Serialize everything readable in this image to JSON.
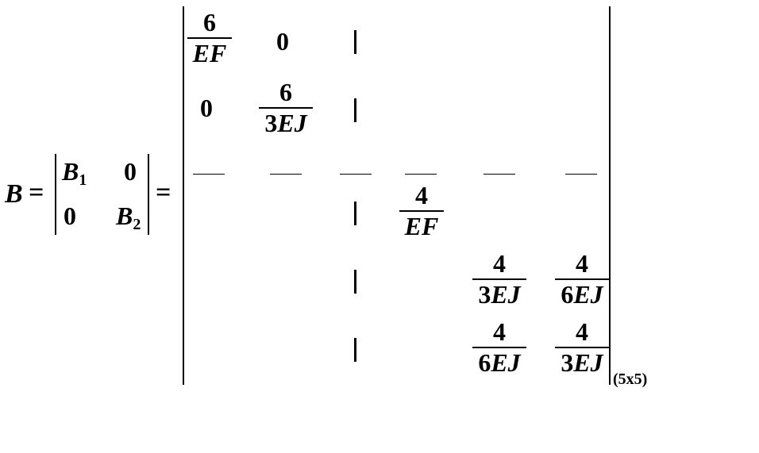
{
  "lhs": {
    "symbol": "B",
    "equals": "="
  },
  "block_matrix": {
    "r1c1": {
      "base": "B",
      "sub": "1"
    },
    "r1c2": "0",
    "r2c1": "0",
    "r2c2": {
      "base": "B",
      "sub": "2"
    },
    "equals": "="
  },
  "big_matrix": {
    "m11": {
      "num": "6",
      "den": "EF"
    },
    "m12": "0",
    "m21": "0",
    "m22": {
      "num": "6",
      "den_coef": "3",
      "den": "EJ"
    },
    "m33": {
      "num": "4",
      "den": "EF"
    },
    "m44": {
      "num": "4",
      "den_coef": "3",
      "den": "EJ"
    },
    "m45": {
      "num": "4",
      "den_coef": "6",
      "den": "EJ"
    },
    "m54": {
      "num": "4",
      "den_coef": "6",
      "den": "EJ"
    },
    "m55": {
      "num": "4",
      "den_coef": "3",
      "den": "EJ"
    },
    "size_label": "(5x5)"
  }
}
